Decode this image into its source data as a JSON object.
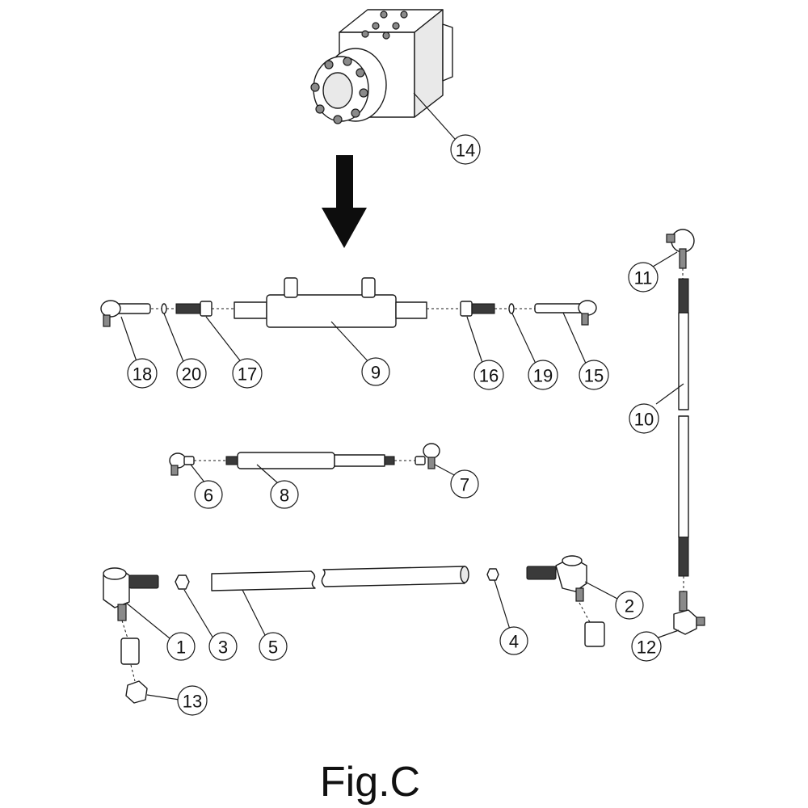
{
  "figure": {
    "caption": "Fig.C"
  },
  "callouts": {
    "c1": "1",
    "c2": "2",
    "c3": "3",
    "c4": "4",
    "c5": "5",
    "c6": "6",
    "c7": "7",
    "c8": "8",
    "c9": "9",
    "c10": "10",
    "c11": "11",
    "c12": "12",
    "c13": "13",
    "c14": "14",
    "c15": "15",
    "c16": "16",
    "c17": "17",
    "c18": "18",
    "c19": "19",
    "c20": "20"
  },
  "icons": {
    "assembly_direction": "down-arrow-icon"
  }
}
